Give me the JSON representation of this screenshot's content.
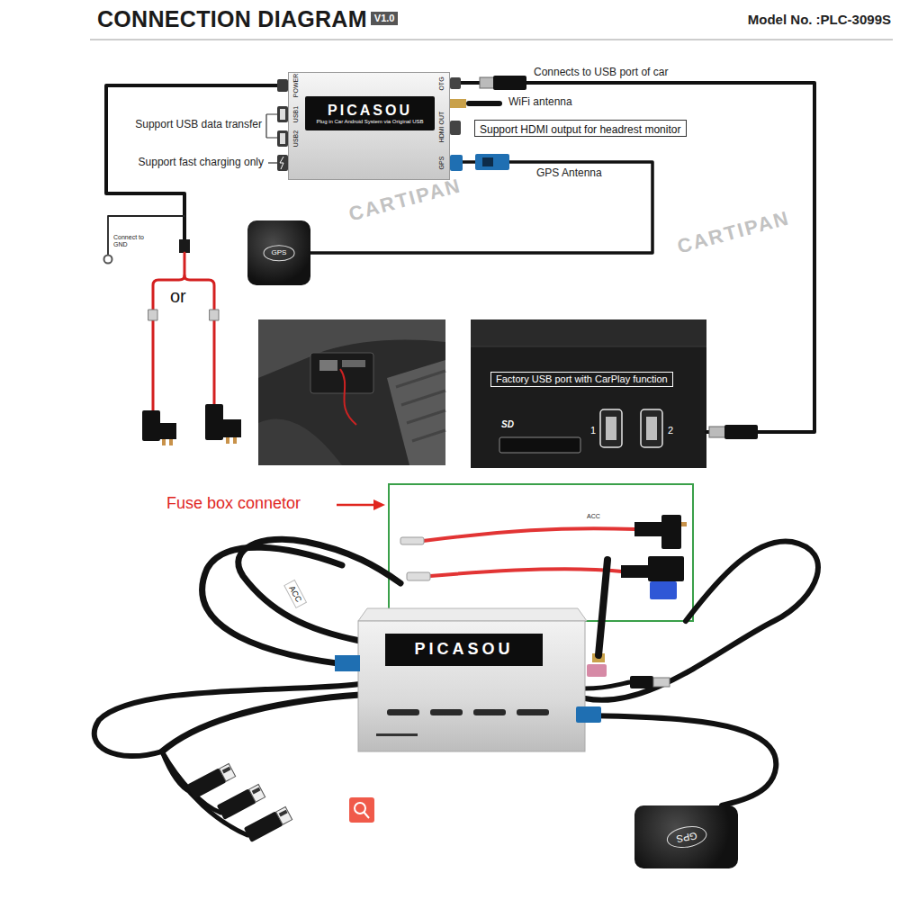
{
  "diagram": {
    "title": "CONNECTION DIAGRAM",
    "nodes": [
      {
        "text": [
          "PICASOU",
          "Plug in Car Android System via Original USB"
        ]
      },
      {
        "text": [
          "Support HDMI output for headrest monitor"
        ]
      },
      {
        "text": [
          "GPS"
        ]
      },
      {
        "text": [
          "Factory USB port with CarPlay function"
        ]
      },
      {
        "text": [
          "PICASOU"
        ]
      },
      {
        "text": [
          "GPS"
        ]
      }
    ],
    "edges": [
      {
        "from": 0,
        "to": 3,
        "label": "Connects to USB port of car",
        "arrow": "none"
      },
      {
        "from": 0,
        "to": 2,
        "label": "GPS Antenna",
        "arrow": "none"
      },
      {
        "from": 4,
        "to": 5,
        "arrow": "none"
      }
    ],
    "labels": [
      "V1.0",
      "Model No. :PLC-3099S",
      "POWER",
      "USB1",
      "USB2",
      "OTG",
      "HDMI OUT",
      "GPS",
      "WiFi antenna",
      "Support USB data transfer",
      "Support fast charging only",
      "Connect to GND",
      "or",
      "SD",
      "1",
      "2",
      "Fuse box connetor",
      "ACC",
      "ACC",
      "CARTIPAN",
      "CARTIPAN"
    ]
  }
}
